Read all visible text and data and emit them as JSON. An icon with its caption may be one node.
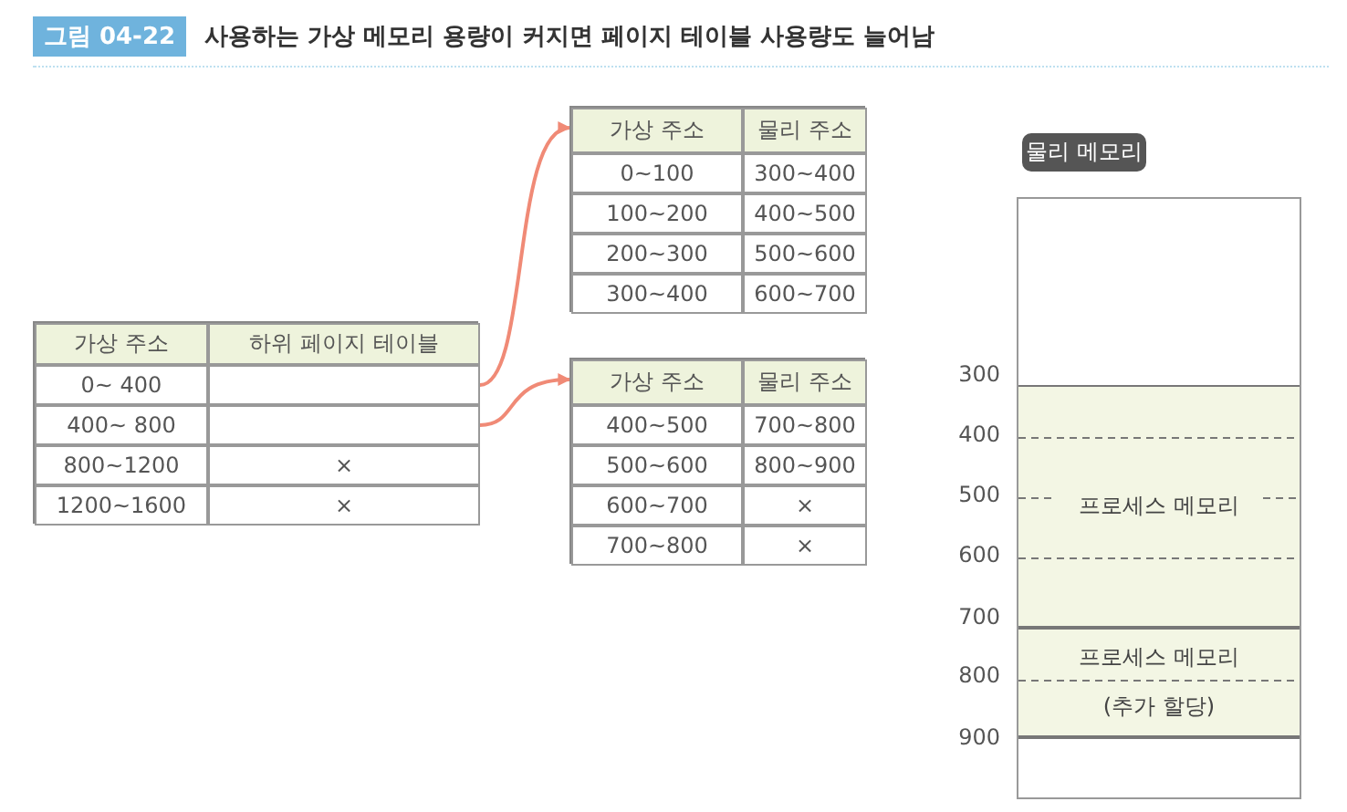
{
  "diagram": {
    "title": "사용하는 가상 메모리 용량이 커지면 페이지 테이블 사용량도 늘어남",
    "nodes": [
      {
        "text": [
          "가상 주소",
          "하위 페이지 테이블",
          "0~ 400",
          "400~ 800",
          "800~1200",
          "×",
          "1200~1600",
          "×"
        ]
      },
      {
        "text": [],
        "shape": "box",
        "in": 0
      },
      {
        "text": [],
        "shape": "box",
        "in": 0
      },
      {
        "text": [
          "가상 주소",
          "물리 주소",
          "0~100",
          "300~400",
          "100~200",
          "400~500",
          "200~300",
          "500~600",
          "300~400",
          "600~700"
        ]
      },
      {
        "text": [
          "가상 주소",
          "물리 주소",
          "400~500",
          "700~800",
          "500~600",
          "800~900",
          "600~700",
          "×",
          "700~800",
          "×"
        ]
      },
      {
        "text": [
          "물리 메모리"
        ]
      },
      {
        "text": [],
        "shape": "box"
      },
      {
        "text": [
          "프로세스 메모리"
        ],
        "in": 6
      },
      {
        "text": [
          "프로세스 메모리",
          "(추가 할당)"
        ],
        "in": 6
      }
    ],
    "edges": [
      {
        "from": 1,
        "to": 3,
        "arrow": "to"
      },
      {
        "from": 2,
        "to": 4,
        "arrow": "to"
      }
    ],
    "labels": [
      "그림 04-22",
      "300",
      "400",
      "500",
      "600",
      "700",
      "800",
      "900"
    ]
  }
}
